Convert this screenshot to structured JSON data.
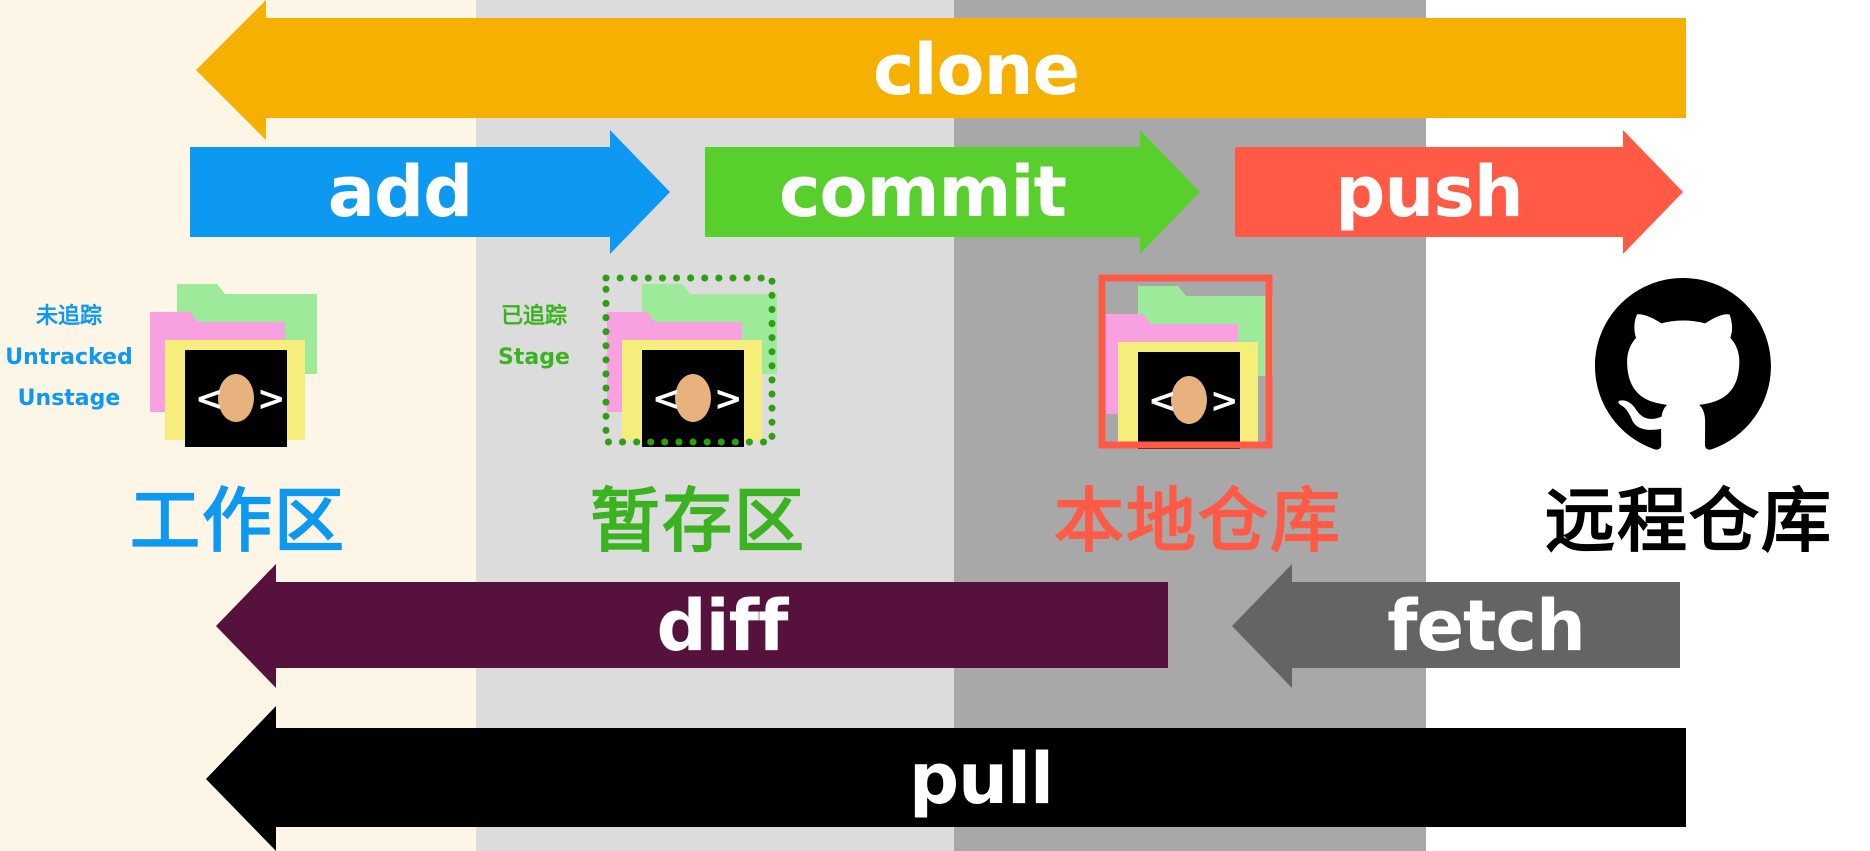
{
  "colors": {
    "workspace_bg": "#fdf5e6",
    "stage_bg": "#dcdcdc",
    "local_bg": "#a8a8a8",
    "remote_bg": "#ffffff",
    "clone": "#f5b000",
    "add": "#0d98f2",
    "commit": "#58cf2c",
    "push": "#ff5a45",
    "diff": "#56123d",
    "fetch": "#646464",
    "pull": "#000000",
    "workspace_text": "#0d98f2",
    "stage_text": "#3bb321",
    "local_text": "#ff5a45",
    "remote_text": "#000000"
  },
  "arrows": {
    "clone": "clone",
    "add": "add",
    "commit": "commit",
    "push": "push",
    "diff": "diff",
    "fetch": "fetch",
    "pull": "pull"
  },
  "areas": {
    "workspace": {
      "name": "工作区",
      "tag_cn": "未追踪",
      "tag_en1": "Untracked",
      "tag_en2": "Unstage"
    },
    "stage": {
      "name": "暂存区",
      "tag_cn": "已追踪",
      "tag_en": "Stage"
    },
    "local": {
      "name": "本地仓库"
    },
    "remote": {
      "name": "远程仓库"
    }
  },
  "icons": {
    "folder": "code-folder-icon",
    "remote": "github-octocat-icon"
  }
}
